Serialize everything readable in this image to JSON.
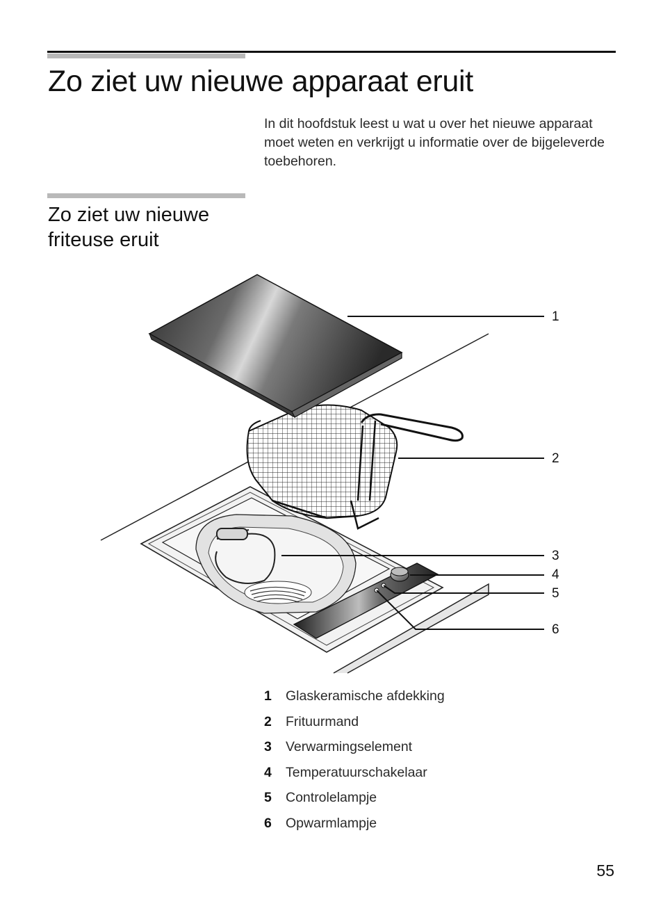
{
  "header": {
    "title": "Zo ziet uw nieuwe apparaat eruit",
    "intro": "In dit hoofdstuk leest u wat u over het nieuwe apparaat moet weten en verkrijgt u informatie over de bijgeleverde toebehoren."
  },
  "section": {
    "title": "Zo ziet uw nieuwe friteuse eruit"
  },
  "figure": {
    "callouts": [
      "1",
      "2",
      "3",
      "4",
      "5",
      "6"
    ]
  },
  "legend": [
    {
      "num": "1",
      "label": "Glaskeramische afdekking"
    },
    {
      "num": "2",
      "label": "Frituurmand"
    },
    {
      "num": "3",
      "label": "Verwarmingselement"
    },
    {
      "num": "4",
      "label": "Temperatuurschakelaar"
    },
    {
      "num": "5",
      "label": "Controlelampje"
    },
    {
      "num": "6",
      "label": "Opwarmlampje"
    }
  ],
  "page_number": "55"
}
